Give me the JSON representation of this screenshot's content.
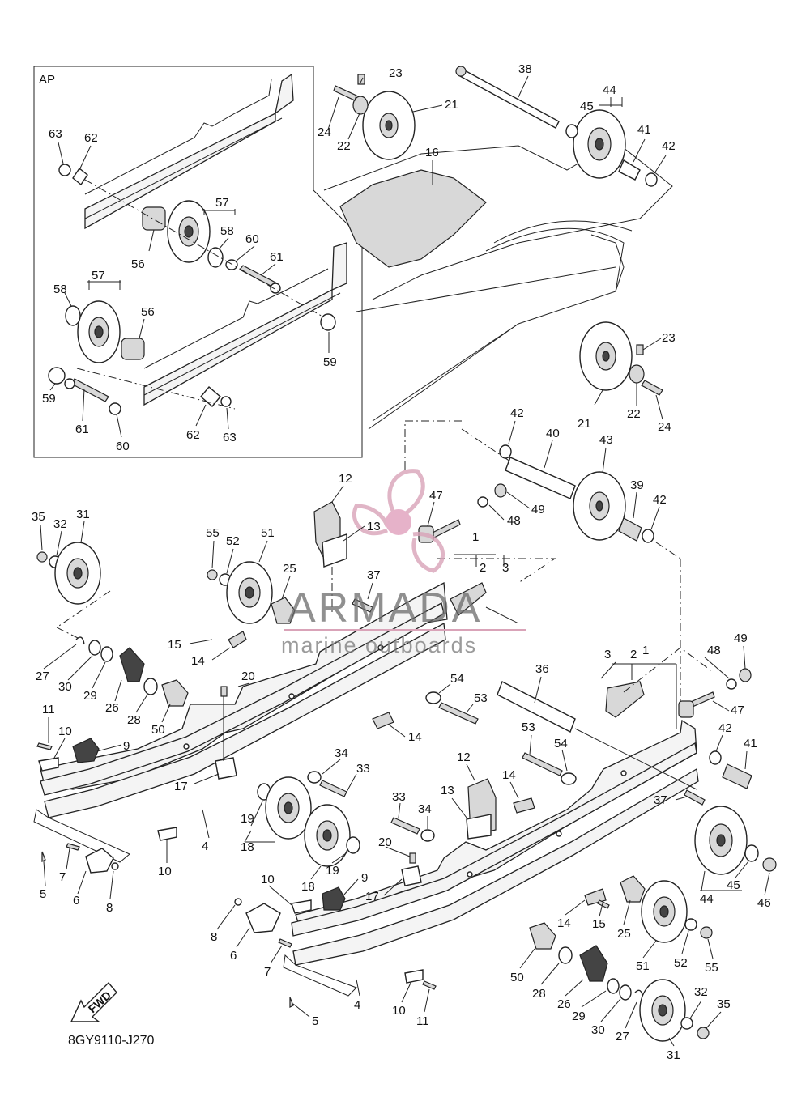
{
  "inset": {
    "title": "AP"
  },
  "diagram_code": "8GY9110-J270",
  "fwd_label": "FWD",
  "watermark": {
    "brand": "ARMADA",
    "tagline": "marine outboards"
  },
  "callouts": [
    {
      "id": "c1",
      "text": "23"
    },
    {
      "id": "c2",
      "text": "24"
    },
    {
      "id": "c3",
      "text": "22"
    },
    {
      "id": "c4",
      "text": "21"
    },
    {
      "id": "c5",
      "text": "38"
    },
    {
      "id": "c6",
      "text": "44"
    },
    {
      "id": "c7",
      "text": "45"
    },
    {
      "id": "c8",
      "text": "41"
    },
    {
      "id": "c9",
      "text": "42"
    },
    {
      "id": "c10",
      "text": "16"
    },
    {
      "id": "c11",
      "text": "23"
    },
    {
      "id": "c12",
      "text": "22"
    },
    {
      "id": "c13",
      "text": "24"
    },
    {
      "id": "c14",
      "text": "21"
    },
    {
      "id": "c15",
      "text": "63"
    },
    {
      "id": "c16",
      "text": "62"
    },
    {
      "id": "c17",
      "text": "57"
    },
    {
      "id": "c18",
      "text": "58"
    },
    {
      "id": "c19",
      "text": "60"
    },
    {
      "id": "c20",
      "text": "61"
    },
    {
      "id": "c21",
      "text": "56"
    },
    {
      "id": "c22",
      "text": "57"
    },
    {
      "id": "c23",
      "text": "58"
    },
    {
      "id": "c24",
      "text": "56"
    },
    {
      "id": "c25",
      "text": "59"
    },
    {
      "id": "c26",
      "text": "59"
    },
    {
      "id": "c27",
      "text": "61"
    },
    {
      "id": "c28",
      "text": "60"
    },
    {
      "id": "c29",
      "text": "62"
    },
    {
      "id": "c30",
      "text": "63"
    },
    {
      "id": "c31",
      "text": "42"
    },
    {
      "id": "c32",
      "text": "40"
    },
    {
      "id": "c33",
      "text": "43"
    },
    {
      "id": "c34",
      "text": "39"
    },
    {
      "id": "c35",
      "text": "42"
    },
    {
      "id": "c36",
      "text": "47"
    },
    {
      "id": "c37",
      "text": "49"
    },
    {
      "id": "c38",
      "text": "48"
    },
    {
      "id": "c39",
      "text": "12"
    },
    {
      "id": "c40",
      "text": "13"
    },
    {
      "id": "c41",
      "text": "1"
    },
    {
      "id": "c42",
      "text": "2"
    },
    {
      "id": "c43",
      "text": "3"
    },
    {
      "id": "c44",
      "text": "35"
    },
    {
      "id": "c45",
      "text": "32"
    },
    {
      "id": "c46",
      "text": "31"
    },
    {
      "id": "c47",
      "text": "55"
    },
    {
      "id": "c48",
      "text": "52"
    },
    {
      "id": "c49",
      "text": "51"
    },
    {
      "id": "c50",
      "text": "25"
    },
    {
      "id": "c51",
      "text": "37"
    },
    {
      "id": "c52",
      "text": "15"
    },
    {
      "id": "c53",
      "text": "14"
    },
    {
      "id": "c54",
      "text": "27"
    },
    {
      "id": "c55",
      "text": "30"
    },
    {
      "id": "c56",
      "text": "29"
    },
    {
      "id": "c57",
      "text": "26"
    },
    {
      "id": "c58",
      "text": "28"
    },
    {
      "id": "c59",
      "text": "50"
    },
    {
      "id": "c60",
      "text": "20"
    },
    {
      "id": "c61",
      "text": "36"
    },
    {
      "id": "c62",
      "text": "54"
    },
    {
      "id": "c63",
      "text": "53"
    },
    {
      "id": "c64",
      "text": "1"
    },
    {
      "id": "c65",
      "text": "3"
    },
    {
      "id": "c66",
      "text": "2"
    },
    {
      "id": "c67",
      "text": "48"
    },
    {
      "id": "c68",
      "text": "49"
    },
    {
      "id": "c69",
      "text": "47"
    },
    {
      "id": "c70",
      "text": "11"
    },
    {
      "id": "c71",
      "text": "10"
    },
    {
      "id": "c72",
      "text": "9"
    },
    {
      "id": "c73",
      "text": "14"
    },
    {
      "id": "c74",
      "text": "17"
    },
    {
      "id": "c75",
      "text": "34"
    },
    {
      "id": "c76",
      "text": "33"
    },
    {
      "id": "c77",
      "text": "53"
    },
    {
      "id": "c78",
      "text": "54"
    },
    {
      "id": "c79",
      "text": "42"
    },
    {
      "id": "c80",
      "text": "41"
    },
    {
      "id": "c81",
      "text": "12"
    },
    {
      "id": "c82",
      "text": "14"
    },
    {
      "id": "c83",
      "text": "13"
    },
    {
      "id": "c84",
      "text": "33"
    },
    {
      "id": "c85",
      "text": "34"
    },
    {
      "id": "c86",
      "text": "37"
    },
    {
      "id": "c87",
      "text": "19"
    },
    {
      "id": "c88",
      "text": "18"
    },
    {
      "id": "c89",
      "text": "4"
    },
    {
      "id": "c90",
      "text": "19"
    },
    {
      "id": "c91",
      "text": "18"
    },
    {
      "id": "c92",
      "text": "20"
    },
    {
      "id": "c93",
      "text": "17"
    },
    {
      "id": "c94",
      "text": "5"
    },
    {
      "id": "c95",
      "text": "7"
    },
    {
      "id": "c96",
      "text": "6"
    },
    {
      "id": "c97",
      "text": "8"
    },
    {
      "id": "c98",
      "text": "10"
    },
    {
      "id": "c99",
      "text": "44"
    },
    {
      "id": "c100",
      "text": "45"
    },
    {
      "id": "c101",
      "text": "46"
    },
    {
      "id": "c102",
      "text": "10"
    },
    {
      "id": "c103",
      "text": "9"
    },
    {
      "id": "c104",
      "text": "14"
    },
    {
      "id": "c105",
      "text": "15"
    },
    {
      "id": "c106",
      "text": "25"
    },
    {
      "id": "c107",
      "text": "8"
    },
    {
      "id": "c108",
      "text": "6"
    },
    {
      "id": "c109",
      "text": "7"
    },
    {
      "id": "c110",
      "text": "51"
    },
    {
      "id": "c111",
      "text": "52"
    },
    {
      "id": "c112",
      "text": "55"
    },
    {
      "id": "c113",
      "text": "50"
    },
    {
      "id": "c114",
      "text": "28"
    },
    {
      "id": "c115",
      "text": "26"
    },
    {
      "id": "c116",
      "text": "29"
    },
    {
      "id": "c117",
      "text": "30"
    },
    {
      "id": "c118",
      "text": "27"
    },
    {
      "id": "c119",
      "text": "32"
    },
    {
      "id": "c120",
      "text": "35"
    },
    {
      "id": "c121",
      "text": "31"
    },
    {
      "id": "c122",
      "text": "5"
    },
    {
      "id": "c123",
      "text": "4"
    },
    {
      "id": "c124",
      "text": "10"
    },
    {
      "id": "c125",
      "text": "11"
    }
  ]
}
